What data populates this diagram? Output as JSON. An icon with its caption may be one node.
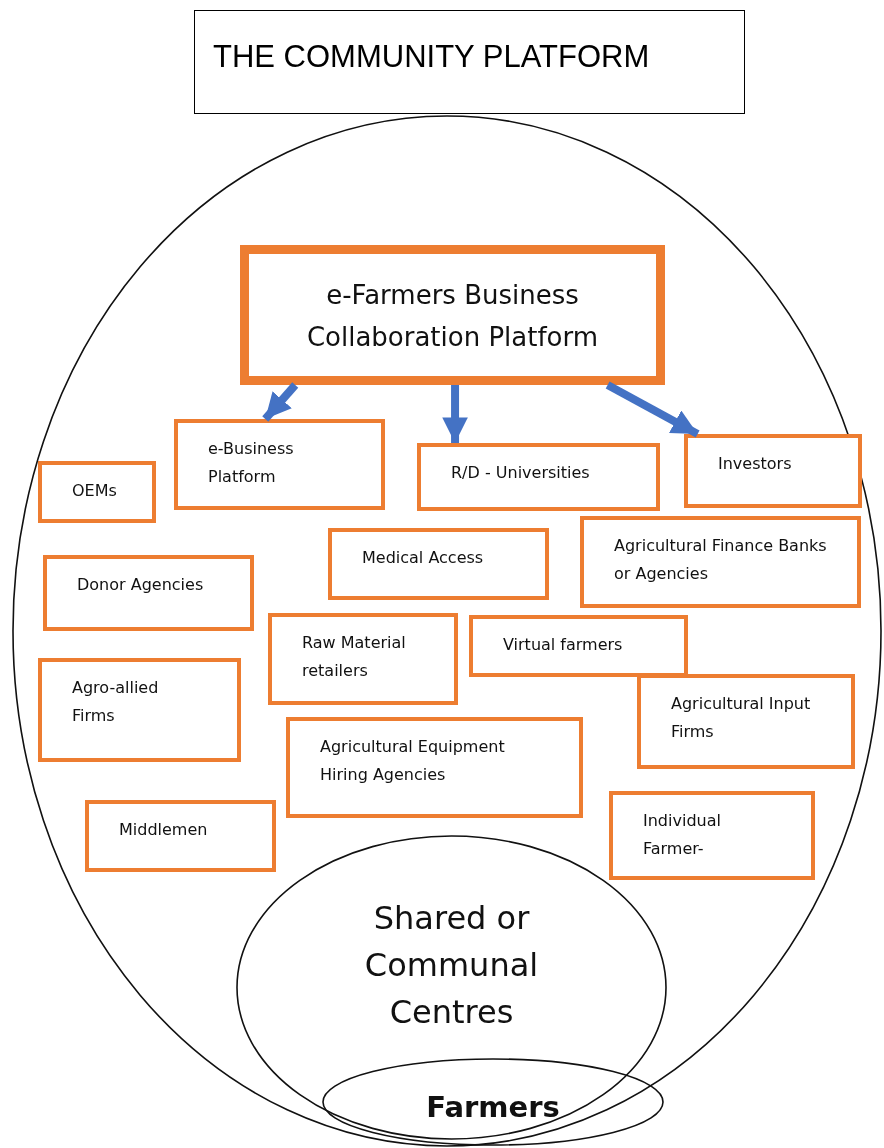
{
  "diagram": {
    "nodes": [
      {
        "text": [
          "THE COMMUNITY PLATFORM"
        ]
      },
      {
        "text": [],
        "shape": "ellipse"
      },
      {
        "text": [
          "e-Farmers Business Collaboration Platform"
        ],
        "in": 1
      },
      {
        "text": [
          "e-Business Platform"
        ],
        "in": 1
      },
      {
        "text": [
          "R/D - Universities"
        ],
        "in": 1
      },
      {
        "text": [
          "Investors"
        ],
        "in": 1
      },
      {
        "text": [
          "OEMs"
        ],
        "in": 1
      },
      {
        "text": [
          "Medical Access"
        ],
        "in": 1
      },
      {
        "text": [
          "Agricultural Finance Banks or Agencies"
        ],
        "in": 1
      },
      {
        "text": [
          "Donor Agencies"
        ],
        "in": 1
      },
      {
        "text": [
          "Raw Material retailers"
        ],
        "in": 1
      },
      {
        "text": [
          "Virtual farmers"
        ],
        "in": 1
      },
      {
        "text": [
          "Agro-allied Firms"
        ],
        "in": 1
      },
      {
        "text": [
          "Agricultural Input Firms"
        ],
        "in": 1
      },
      {
        "text": [
          "Agricultural Equipment Hiring Agencies"
        ],
        "in": 1
      },
      {
        "text": [
          "Middlemen"
        ],
        "in": 1
      },
      {
        "text": [
          "Individual Farmer-"
        ],
        "in": 1
      },
      {
        "text": [
          "Shared or Communal Centres"
        ],
        "in": 1
      },
      {
        "text": [
          "Farmers"
        ],
        "in": 17
      }
    ],
    "edges": [
      {
        "from": 2,
        "to": 3,
        "arrow": "to"
      },
      {
        "from": 2,
        "to": 4,
        "arrow": "to"
      },
      {
        "from": 2,
        "to": 5,
        "arrow": "to"
      }
    ]
  }
}
